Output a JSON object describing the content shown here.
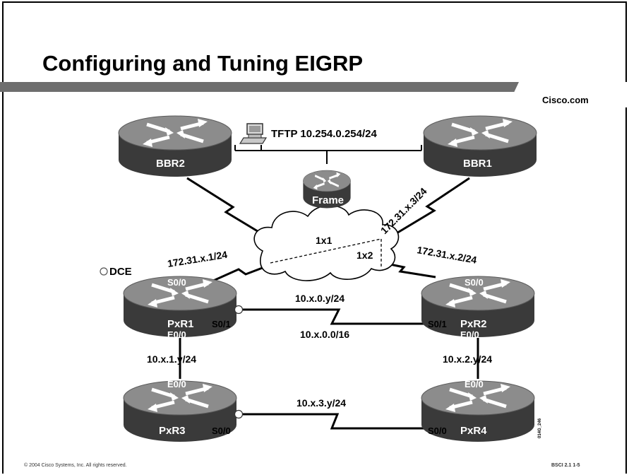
{
  "slide": {
    "title": "Configuring and Tuning EIGRP",
    "brand": "Cisco.com",
    "footer_left": "© 2004 Cisco Systems, Inc. All rights reserved.",
    "footer_right": "BSCI 2.1   1-5",
    "figure_id": "014G_246"
  },
  "colors": {
    "router_top": "#8c8c8c",
    "router_side": "#3a3a3a",
    "rule_bar": "#6e6e6e"
  },
  "routers": {
    "bbr2": "BBR2",
    "bbr1": "BBR1",
    "frame": "Frame",
    "pxr1": "PxR1",
    "pxr2": "PxR2",
    "pxr3": "PxR3",
    "pxr4": "PxR4"
  },
  "interfaces": {
    "pxr1_s00": "S0/0",
    "pxr1_s01": "S0/1",
    "pxr1_e00": "E0/0",
    "pxr2_s00": "S0/0",
    "pxr2_s01": "S0/1",
    "pxr2_e00": "E0/0",
    "pxr3_e00": "E0/0",
    "pxr3_s00": "S0/0",
    "pxr4_e00": "E0/0",
    "pxr4_s00": "S0/0"
  },
  "labels": {
    "tftp": "TFTP 10.254.0.254/24",
    "bbr1_link": "172.31.x.3/24",
    "pxr1_link": "172.31.x.1/24",
    "pxr2_link": "172.31.x.2/24",
    "pvc1": "1x1",
    "pvc2": "1x2",
    "dce": "DCE",
    "net_10x0y": "10.x.0.y/24",
    "net_10x00": "10.x.0.0/16",
    "net_10x1y": "10.x.1.y/24",
    "net_10x2y": "10.x.2.y/24",
    "net_10x3y": "10.x.3.y/24"
  }
}
